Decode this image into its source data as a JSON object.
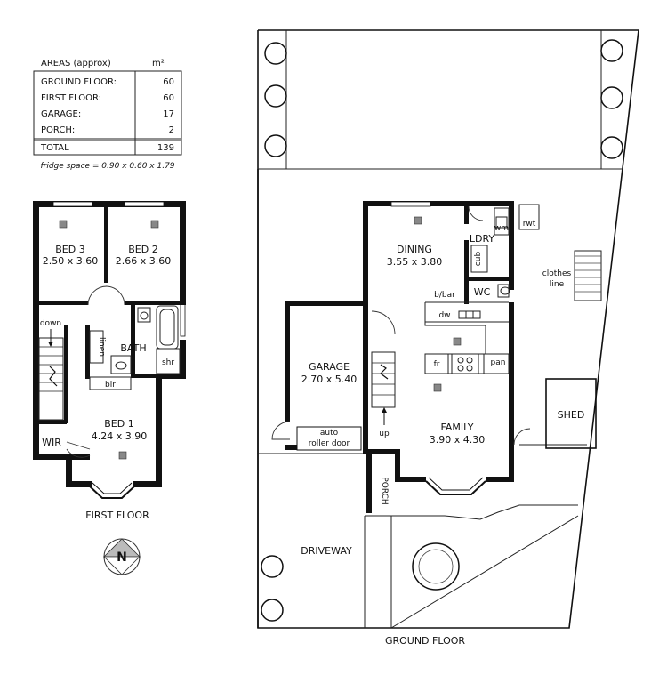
{
  "areas_table": {
    "header_label": "AREAS (approx)",
    "header_unit": "m²",
    "rows": [
      {
        "label": "GROUND FLOOR:",
        "value": "60"
      },
      {
        "label": "FIRST FLOOR:",
        "value": "60"
      },
      {
        "label": "GARAGE:",
        "value": "17"
      },
      {
        "label": "PORCH:",
        "value": "2"
      }
    ],
    "total_label": "TOTAL",
    "total_value": "139",
    "note": "fridge space = 0.90 x 0.60 x 1.79"
  },
  "first_floor": {
    "caption": "FIRST FLOOR",
    "rooms": {
      "bed3": {
        "name": "BED 3",
        "dims": "2.50 x 3.60"
      },
      "bed2": {
        "name": "BED 2",
        "dims": "2.66 x 3.60"
      },
      "bed1": {
        "name": "BED 1",
        "dims": "4.24 x 3.90"
      },
      "bath": "BATH",
      "shr": "shr",
      "linen": "linen",
      "blr": "blr",
      "wir": "WIR",
      "down": "down"
    }
  },
  "ground_floor": {
    "caption": "GROUND FLOOR",
    "rooms": {
      "dining": {
        "name": "DINING",
        "dims": "3.55 x 3.80"
      },
      "family": {
        "name": "FAMILY",
        "dims": "3.90 x 4.30"
      },
      "garage": {
        "name": "GARAGE",
        "dims": "2.70 x 5.40"
      },
      "ldry": "LDRY",
      "wc": "WC",
      "wm": "wm",
      "cub": "cub",
      "rwt": "rwt",
      "bbar": "b/bar",
      "dw": "dw",
      "fr": "fr",
      "pan": "pan",
      "up": "up",
      "porch": "PORCH",
      "auto_door_1": "auto",
      "auto_door_2": "roller door",
      "shed": "SHED",
      "clothes_1": "clothes",
      "clothes_2": "line",
      "driveway": "DRIVEWAY"
    }
  },
  "compass": {
    "label": "N"
  }
}
